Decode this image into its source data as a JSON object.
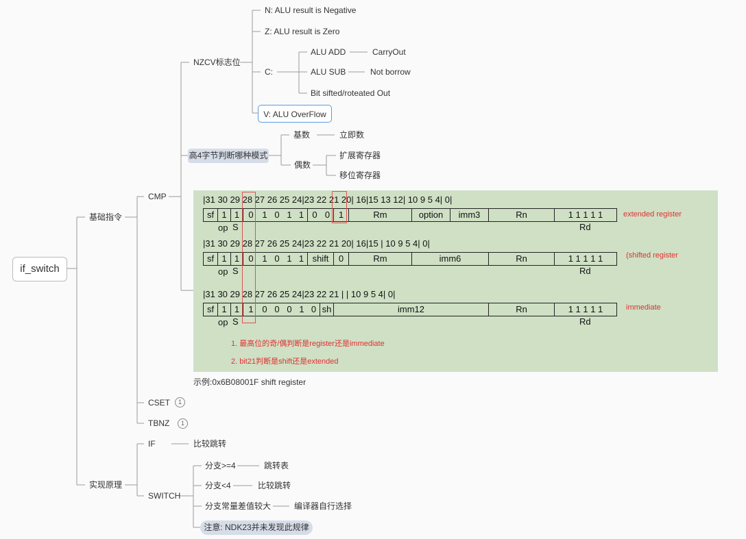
{
  "root": "if_switch",
  "level1": {
    "basic": "基础指令",
    "impl": "实现原理"
  },
  "level2": {
    "cmp": "CMP",
    "cset": "CSET",
    "tbnz": "TBNZ",
    "if": "IF",
    "switch": "SWITCH",
    "cset_count": "1",
    "tbnz_count": "1"
  },
  "nzcv": {
    "title": "NZCV标志位",
    "n": "N: ALU result is Negative",
    "z": "Z: ALU result is Zero",
    "c": "C:",
    "alu_add": "ALU ADD",
    "carry_out": "CarryOut",
    "alu_sub": "ALU SUB",
    "not_borrow": "Not borrow",
    "bit_shift": "Bit sifted/roteated Out",
    "v": "V: ALU OverFlow"
  },
  "mode": {
    "title": "高4字节判断哪种模式",
    "odd": "基数",
    "imm": "立即数",
    "even": "偶数",
    "ext_reg": "扩展寄存器",
    "shift_reg": "移位寄存器"
  },
  "encoding": {
    "bitnums_a": "|31 30 29 28 27 26 25 24|23 22 21 20|            16|15      13 12|      10  9           5   4|              0|",
    "bitnums_b": "|31 30 29 28 27 26 25 24|23 22 21 20|            16|15                  |      10  9           5   4|              0|",
    "bitnums_c": "|31 30 29 28 27 26 25 24|23 22 21                   |                      |      10  9           5   4|              0|",
    "row1": [
      "sf",
      "1",
      "1",
      "0",
      "1",
      "0",
      "1",
      "1",
      "0",
      "0",
      "1",
      "Rm",
      "option",
      "imm3",
      "Rn",
      "1  1  1  1  1"
    ],
    "row2": [
      "sf",
      "1",
      "1",
      "0",
      "1",
      "0",
      "1",
      "1",
      "shift",
      "0",
      "Rm",
      "imm6",
      "Rn",
      "1  1  1  1  1"
    ],
    "row3": [
      "sf",
      "1",
      "1",
      "1",
      "0",
      "0",
      "0",
      "1",
      "0",
      "sh",
      "imm12",
      "Rn",
      "1  1  1  1  1"
    ],
    "op": "op",
    "s": "S",
    "rd": "Rd",
    "label1": "extended register",
    "label2": "(shifted register",
    "label3": "immediate",
    "note1": "1. 最高位的奇/偶判断是register还是immediate",
    "note2": "2. bit21判断是shift还是extended"
  },
  "example": "示例:0x6B08001F shift register",
  "if_node": "比较跳转",
  "switch": {
    "b1": "分支>=4",
    "b1r": "跳转表",
    "b2": "分支<4",
    "b2r": "比较跳转",
    "b3": "分支常量差值较大",
    "b3r": "编译器自行选择",
    "note": "注意: NDK23并未发现此规律"
  },
  "colors": {
    "line": "#9a9a9a",
    "green": "#cfe0c5",
    "red": "#e03030",
    "pill": "#d6dde8",
    "selected": "#4a90d9"
  }
}
